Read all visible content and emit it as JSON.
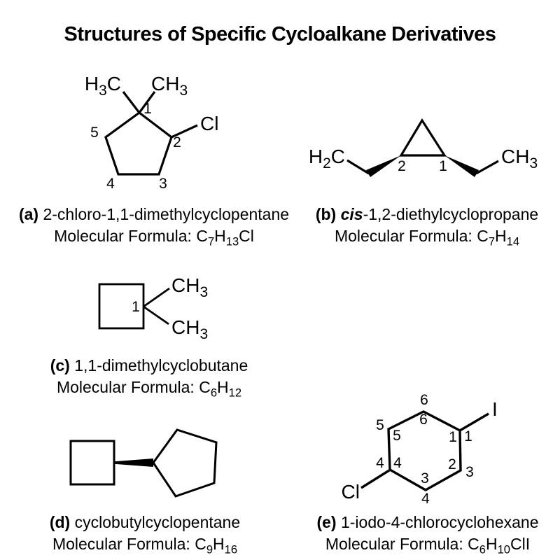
{
  "title": "Structures of Specific Cycloalkane Derivatives",
  "colors": {
    "ink": "#000000",
    "background": "#ffffff"
  },
  "structures": {
    "a": {
      "atom_labels": {
        "methyl_left": {
          "main": "H",
          "sub": "3",
          "tail": "C"
        },
        "methyl_right": {
          "main": "CH",
          "sub": "3",
          "tail": ""
        },
        "chloro": {
          "main": "Cl",
          "sub": "",
          "tail": ""
        }
      },
      "ring_numbers": [
        "1",
        "2",
        "3",
        "4",
        "5"
      ],
      "caption": {
        "label": "(a)",
        "name": "2-chloro-1,1-dimethylcyclopentane",
        "formula_label": "Molecular Formula: ",
        "formula": [
          {
            "t": "C"
          },
          {
            "s": "7"
          },
          {
            "t": "H"
          },
          {
            "s": "13"
          },
          {
            "t": "Cl"
          }
        ]
      }
    },
    "b": {
      "atom_labels": {
        "ethyl_left": {
          "main": "H",
          "sub": "2",
          "tail": "C"
        },
        "ethyl_right": {
          "main": "CH",
          "sub": "3",
          "tail": ""
        }
      },
      "ring_numbers": [
        "2",
        "1"
      ],
      "caption": {
        "label": "(b)",
        "name_em": "cis",
        "name": "-1,2-diethylcyclopropane",
        "formula_label": "Molecular Formula: ",
        "formula": [
          {
            "t": "C"
          },
          {
            "s": "7"
          },
          {
            "t": "H"
          },
          {
            "s": "14"
          }
        ]
      }
    },
    "c": {
      "atom_labels": {
        "methyl_top": {
          "main": "CH",
          "sub": "3",
          "tail": ""
        },
        "methyl_bottom": {
          "main": "CH",
          "sub": "3",
          "tail": ""
        }
      },
      "ring_numbers": [
        "1"
      ],
      "caption": {
        "label": "(c)",
        "name": "1,1-dimethylcyclobutane",
        "formula_label": "Molecular Formula: ",
        "formula": [
          {
            "t": "C"
          },
          {
            "s": "6"
          },
          {
            "t": "H"
          },
          {
            "s": "12"
          }
        ]
      }
    },
    "d": {
      "caption": {
        "label": "(d)",
        "name": "cyclobutylcyclopentane",
        "formula_label": "Molecular Formula: ",
        "formula": [
          {
            "t": "C"
          },
          {
            "s": "9"
          },
          {
            "t": "H"
          },
          {
            "s": "16"
          }
        ]
      }
    },
    "e": {
      "atom_labels": {
        "iodo": {
          "main": "I",
          "sub": "",
          "tail": ""
        },
        "chloro": {
          "main": "Cl",
          "sub": "",
          "tail": ""
        }
      },
      "ring_numbers": [
        "6",
        "6",
        "5",
        "5",
        "1",
        "1",
        "2",
        "3",
        "3",
        "4",
        "4",
        "4"
      ],
      "caption": {
        "label": "(e)",
        "name": "1-iodo-4-chlorocyclohexane",
        "formula_label": "Molecular Formula: ",
        "formula": [
          {
            "t": "C"
          },
          {
            "s": "6"
          },
          {
            "t": "H"
          },
          {
            "s": "10"
          },
          {
            "t": "ClI"
          }
        ]
      }
    }
  }
}
